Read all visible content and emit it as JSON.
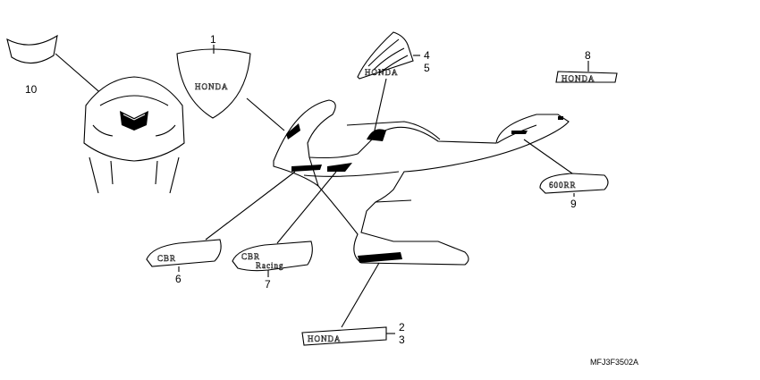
{
  "callouts": {
    "n1": "1",
    "n2": "2",
    "n3": "3",
    "n4": "4",
    "n5": "5",
    "n6": "6",
    "n7": "7",
    "n8": "8",
    "n9": "9",
    "n10": "10"
  },
  "labels": {
    "honda": "HONDA",
    "cbr": "CBR",
    "racing": "Racing",
    "model": "600RR"
  },
  "diagram_code": "MFJ3F3502A"
}
